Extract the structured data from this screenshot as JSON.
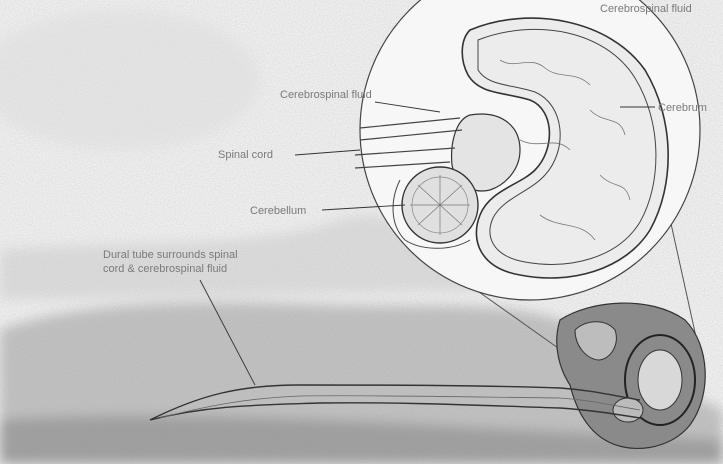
{
  "labels": {
    "top_right": "Cerebrospinal fluid",
    "csf": "Cerebrospinal fluid",
    "spinal_cord": "Spinal cord",
    "cerebrum": "Cerebrum",
    "cerebellum": "Cerebellum",
    "dural_line1": "Dural tube surrounds spinal",
    "dural_line2": "cord & cerebrospinal fluid"
  }
}
